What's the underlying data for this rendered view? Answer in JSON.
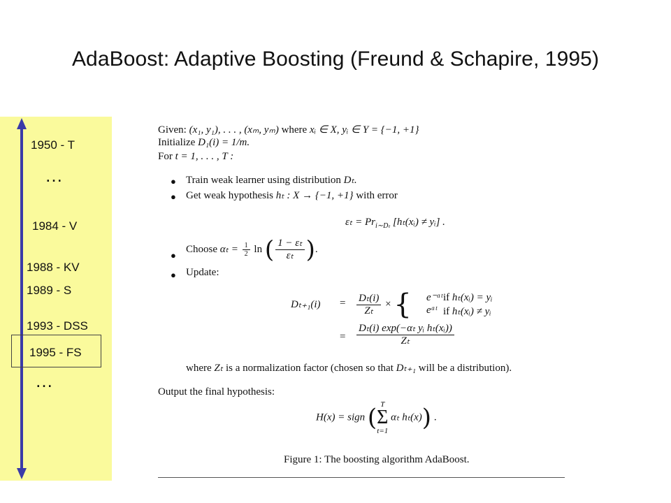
{
  "slide": {
    "title": "AdaBoost: Adaptive Boosting (Freund & Schapire, 1995)"
  },
  "timeline": {
    "entries": [
      "1950 - T",
      "1984 - V",
      "1988 - KV",
      "1989 - S",
      "1993 - DSS",
      "1995 - FS"
    ],
    "ellipsis": "…",
    "highlighted": "1995 - FS",
    "colors": {
      "panel": "#fafa9c",
      "arrow": "#3a3aa8"
    }
  },
  "algorithm": {
    "given_prefix": "Given: ",
    "given_math": "(x₁, y₁), . . . , (xₘ, yₘ)",
    "given_where": " where ",
    "given_math2": "xᵢ ∈ X, yᵢ ∈ Y = {−1, +1}",
    "initialize_prefix": "Initialize ",
    "initialize_math": "D₁(i) = 1/m.",
    "for_prefix": "For ",
    "for_math": "t = 1, . . . , T :",
    "bullet1": "Train weak learner using distribution ",
    "bullet1_math": "Dₜ.",
    "bullet2": "Get weak hypothesis ",
    "bullet2_math": "hₜ : X → {−1, +1}",
    "bullet2_suffix": " with error",
    "error_formula": "εₜ = Pr",
    "error_sub": "i∼Dₜ",
    "error_rest": "[hₜ(xᵢ) ≠ yᵢ] .",
    "bullet3": "Choose ",
    "bullet3_math": "αₜ = ",
    "half_num": "1",
    "half_den": "2",
    "ln": "ln",
    "alpha_num": "1 − εₜ",
    "alpha_den": "εₜ",
    "period": ".",
    "bullet4": "Update:",
    "update_lhs": "Dₜ₊₁(i)",
    "equals": "=",
    "update_num": "Dₜ(i)",
    "update_den": "Zₜ",
    "times": "×",
    "case1_val": "e⁻ᵅᵗ",
    "case1_cond_if": "if ",
    "case1_cond": "hₜ(xᵢ) = yᵢ",
    "case2_val": "eᵅᵗ",
    "case2_cond_if": "if ",
    "case2_cond": "hₜ(xᵢ) ≠ yᵢ",
    "update2_num": "Dₜ(i) exp(−αₜ yᵢ hₜ(xᵢ))",
    "update2_den": "Zₜ",
    "where_prefix": "where ",
    "where_math": "Zₜ",
    "where_text": " is a normalization factor (chosen so that ",
    "where_math2": "Dₜ₊₁",
    "where_suffix": " will be a distribution).",
    "output": "Output the final hypothesis:",
    "final_lhs": "H(x) = sign",
    "sum_top": "T",
    "sum_sigma": "Σ",
    "sum_bottom": "t=1",
    "final_inner": "αₜ hₜ(x)",
    "final_period": ".",
    "caption": "Figure 1: The boosting algorithm AdaBoost.",
    "bullet_glyph": "●"
  }
}
